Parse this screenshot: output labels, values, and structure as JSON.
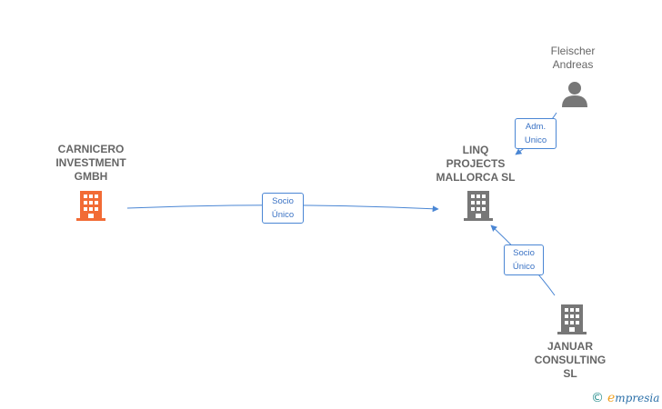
{
  "nodes": {
    "carnicero": {
      "label": "CARNICERO\nINVESTMENT\nGMBH",
      "type": "company",
      "color": "#f26b35"
    },
    "linq": {
      "label": "LINQ\nPROJECTS\nMALLORCA  SL",
      "type": "company",
      "color": "#777777"
    },
    "januar": {
      "label": "JANUAR\nCONSULTING\nSL",
      "type": "company",
      "color": "#777777"
    },
    "fleischer": {
      "label": "Fleischer\nAndreas",
      "type": "person",
      "color": "#777777"
    }
  },
  "edges": {
    "carnicero_linq": {
      "label": "Socio\nÚnico"
    },
    "januar_linq": {
      "label": "Socio\nÚnico"
    },
    "fleischer_linq": {
      "label": "Adm.\nUnico"
    }
  },
  "colors": {
    "edge": "#4a86d4"
  },
  "footer": {
    "copyright": "©",
    "brand_initial": "e",
    "brand_rest": "mpresia"
  }
}
